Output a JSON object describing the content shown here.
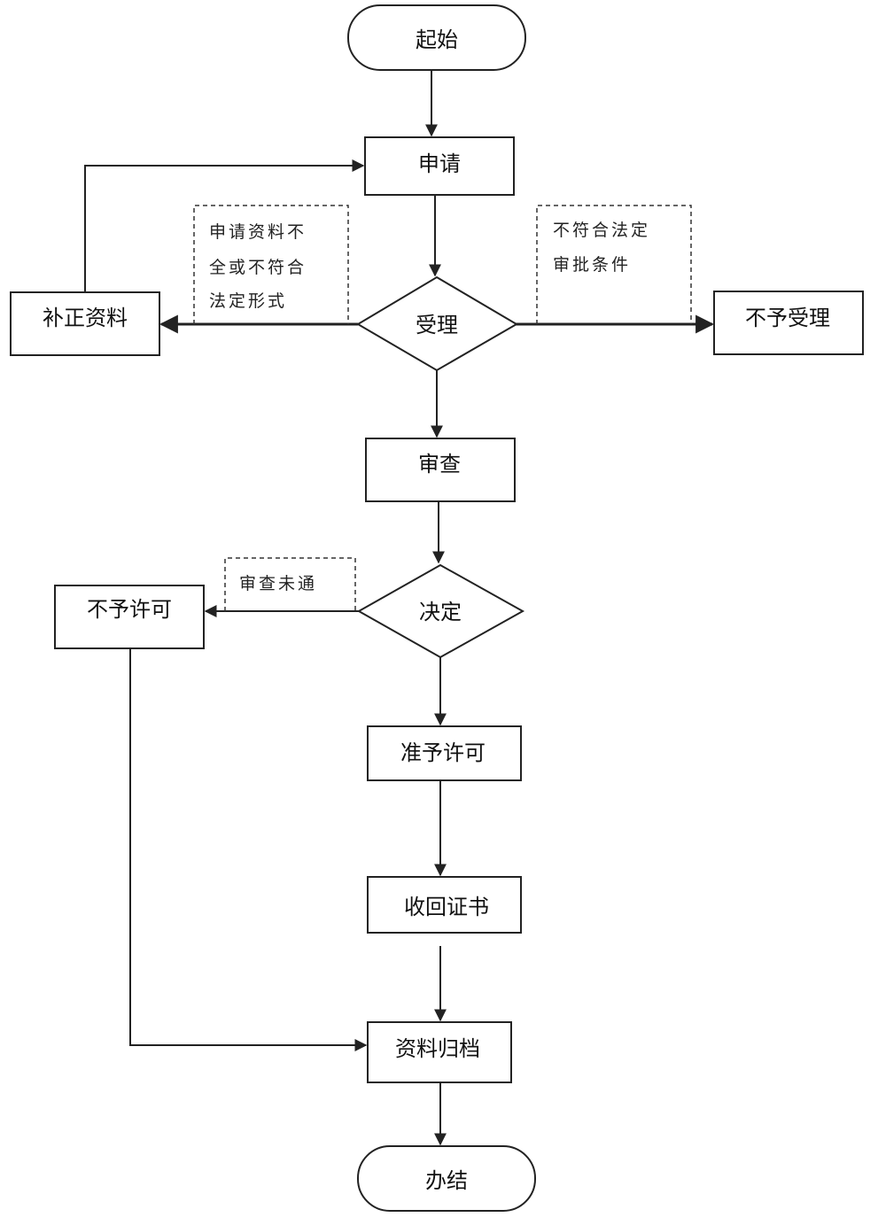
{
  "nodes": {
    "start": "起始",
    "apply": "申请",
    "accept": "受理",
    "supplement": "补正资料",
    "reject_accept": "不予受理",
    "review": "审查",
    "decide": "决定",
    "deny": "不予许可",
    "grant": "准予许可",
    "recall": "收回证书",
    "archive": "资料归档",
    "end": "办结"
  },
  "notes": {
    "incomplete": [
      "申请资料不",
      "全或不符合",
      "法定形式"
    ],
    "not_meet": [
      "不符合法定",
      "审批条件"
    ],
    "review_fail": "审查未通"
  },
  "colors": {
    "stroke": "#222222",
    "background": "#ffffff"
  }
}
